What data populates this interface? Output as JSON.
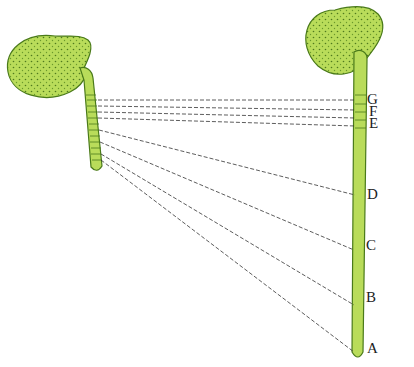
{
  "diagram": {
    "labels": [
      "G",
      "F",
      "E",
      "D",
      "C",
      "B",
      "A"
    ]
  }
}
